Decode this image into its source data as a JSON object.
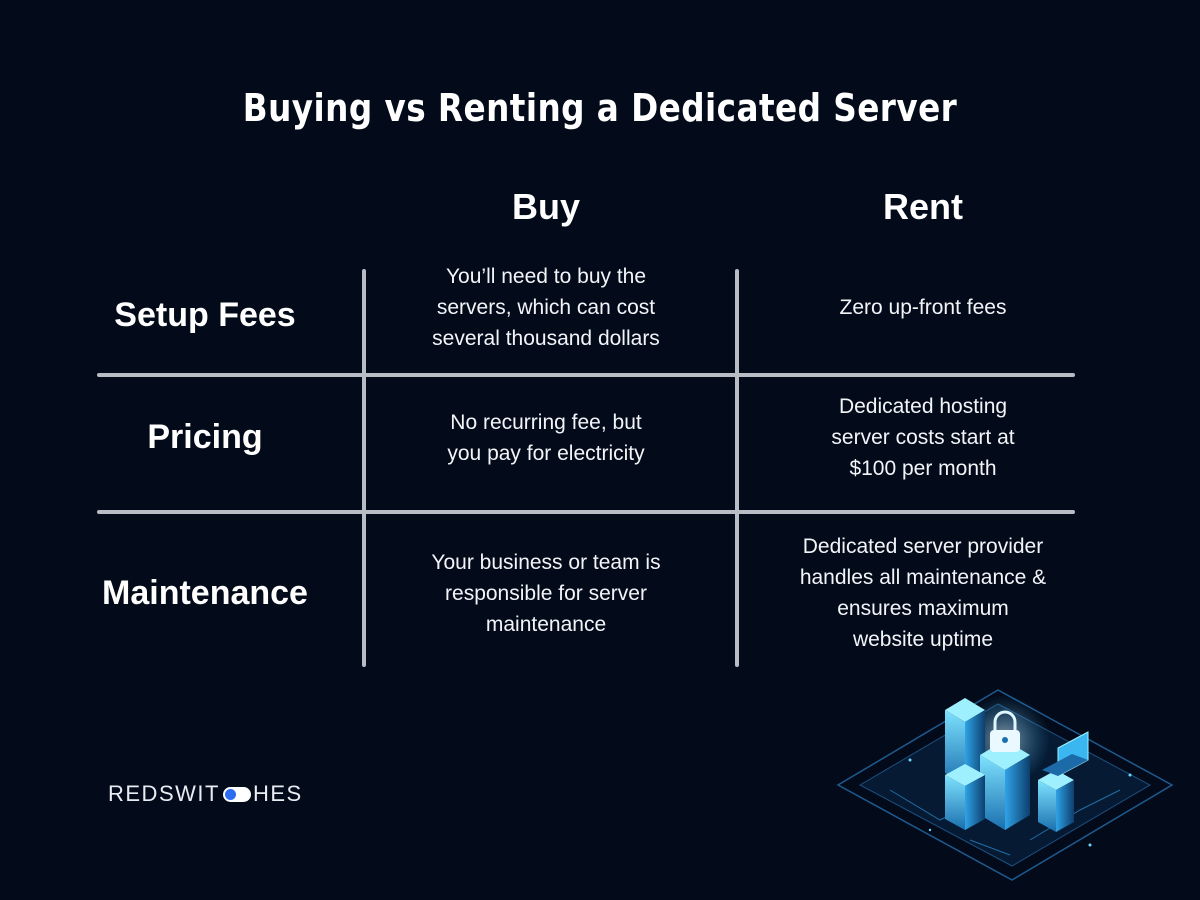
{
  "title": "Buying vs Renting a Dedicated Server",
  "columns": {
    "buy": "Buy",
    "rent": "Rent"
  },
  "rows": [
    {
      "label": "Setup Fees",
      "buy": [
        "You’ll need to buy the",
        "servers, which can cost",
        "several thousand dollars"
      ],
      "rent": [
        "Zero up-front fees"
      ]
    },
    {
      "label": "Pricing",
      "buy": [
        "No recurring fee, but",
        "you pay for electricity"
      ],
      "rent": [
        "Dedicated hosting",
        "server costs start at",
        "$100 per month"
      ]
    },
    {
      "label": "Maintenance",
      "buy": [
        "Your business or team is",
        "responsible for server",
        "maintenance"
      ],
      "rent": [
        "Dedicated server provider",
        "handles all maintenance &",
        "ensures maximum",
        "website uptime"
      ]
    }
  ],
  "logo": {
    "left": "REDSWIT",
    "right": "HES"
  },
  "colors": {
    "background": "#030b1a",
    "text": "#ffffff",
    "grid_lines": "#b8bcc4",
    "accent": "#2b6cf0",
    "illustration_glow": "#2fb8ff"
  },
  "icons": [
    "toggle-switch-icon",
    "server-rack-icon",
    "padlock-icon",
    "laptop-icon"
  ]
}
